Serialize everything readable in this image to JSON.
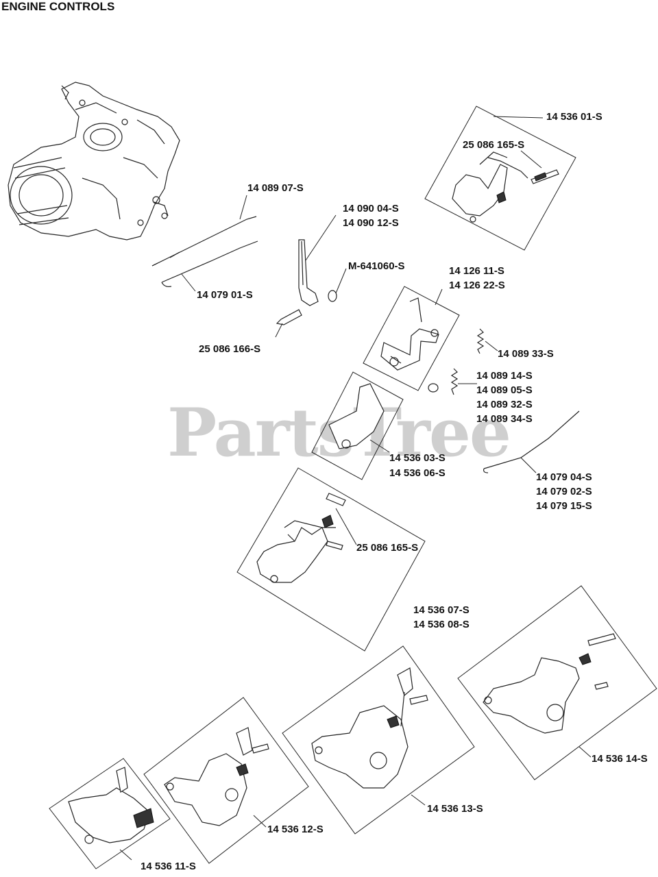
{
  "diagram": {
    "title": "ENGINE CONTROLS",
    "watermark": "PartsTree",
    "labels": {
      "p1453601": "14 536 01-S",
      "p25086165a": "25 086 165-S",
      "p1408907": "14 089 07-S",
      "p1409004": "14 090 04-S",
      "p1409012": "14 090 12-S",
      "pM641060": "M-641060-S",
      "p1407901": "14 079 01-S",
      "p1412611": "14 126 11-S",
      "p1412622": "14 126 22-S",
      "p25086166": "25 086 166-S",
      "p1408933": "14 089 33-S",
      "p1408914": "14 089 14-S",
      "p1408905": "14 089 05-S",
      "p1408932": "14 089 32-S",
      "p1408934": "14 089 34-S",
      "p1453603": "14 536 03-S",
      "p1453606": "14 536 06-S",
      "p1407904": "14 079 04-S",
      "p1407902": "14 079 02-S",
      "p1407915": "14 079 15-S",
      "p25086165b": "25 086 165-S",
      "p1453607": "14 536 07-S",
      "p1453608": "14 536 08-S",
      "p1453614": "14 536 14-S",
      "p1453613": "14 536 13-S",
      "p1453612": "14 536 12-S",
      "p1453611": "14 536 11-S"
    }
  }
}
